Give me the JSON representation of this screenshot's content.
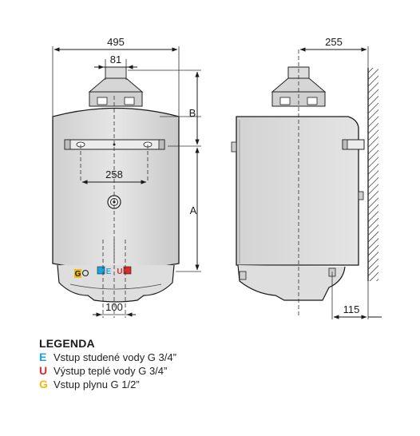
{
  "dimensions": {
    "total_width": "495",
    "flue_width": "81",
    "bracket_spacing": "258",
    "pipe_spacing": "100",
    "depth": "255",
    "wall_offset": "115",
    "height_a": "A",
    "height_b": "B"
  },
  "connection_badges": {
    "gas": "G",
    "cold": "E",
    "hot": "U"
  },
  "legend": {
    "title": "LEGENDA",
    "items": [
      {
        "code": "E",
        "text": "Vstup studené vody G 3/4”",
        "color": "#1aa3e0"
      },
      {
        "code": "U",
        "text": "Výstup teplé vody G 3/4”",
        "color": "#d92b2b"
      },
      {
        "code": "G",
        "text": "Vstup plynu G 1/2”",
        "color": "#f2b90f"
      }
    ]
  }
}
